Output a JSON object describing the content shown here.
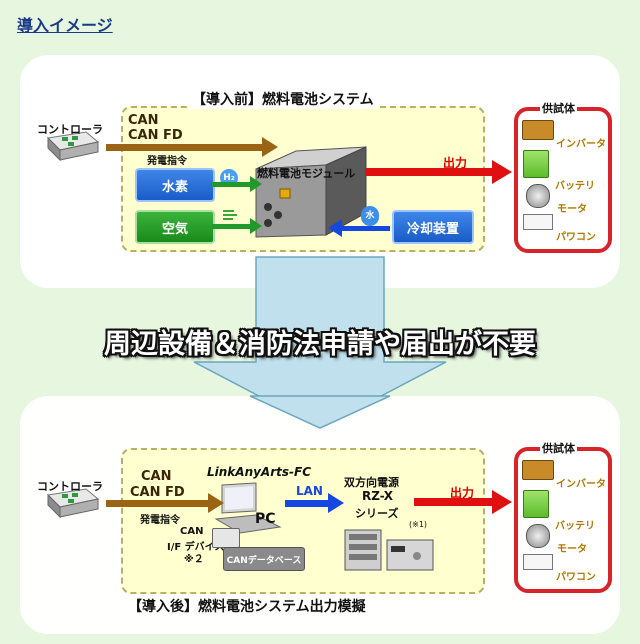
{
  "heading": "導入イメージ",
  "before": {
    "title": "【導入前】燃料電池システム",
    "controller": "コントローラ",
    "can": "CAN",
    "canfd": "CAN FD",
    "power_cmd": "発電指令",
    "hydrogen": "水素",
    "air": "空気",
    "h2": "H₂",
    "water": "水",
    "module": "燃料電池モジュール",
    "cooling": "冷却装置",
    "output": "出力"
  },
  "banner": "周辺設備＆消防法申請や届出が不要",
  "after": {
    "title": "【導入後】燃料電池システム出力模擬",
    "controller": "コントローラ",
    "can": "CAN",
    "canfd": "CAN FD",
    "power_cmd": "発電指令",
    "product": "LinkAnyArts-FC",
    "pc": "PC",
    "lan": "LAN",
    "psu_line1": "双方向電源",
    "psu_line2": "RZ-X",
    "psu_line3": "シリーズ",
    "note1": "(※1)",
    "can_if_line1": "CAN",
    "can_if_line2": "I/F デバイス",
    "can_if_line3": "※２",
    "can_db": "CANデータベース",
    "output": "出力"
  },
  "test_body": {
    "title": "供試体",
    "items": [
      "インバータ",
      "バッテリ",
      "モータ",
      "パワコン"
    ]
  },
  "colors": {
    "arrow_brown": "#9a6414",
    "arrow_green": "#1f9a2b",
    "arrow_blue": "#1448e0",
    "arrow_red": "#e01010",
    "frame_red": "#d8232a"
  }
}
